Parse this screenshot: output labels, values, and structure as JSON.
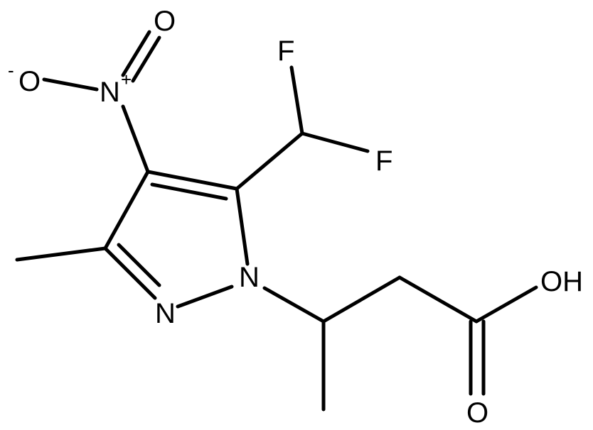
{
  "structure": {
    "atoms": {
      "N1": "N",
      "N2": "N",
      "N_nitro": "N",
      "N_nitro_charge": "+",
      "O_nitro_double": "O",
      "O_nitro_single": "O",
      "O_nitro_single_charge": "-",
      "F1": "F",
      "F2": "F",
      "OH": "OH",
      "O_carbonyl": "O"
    }
  }
}
